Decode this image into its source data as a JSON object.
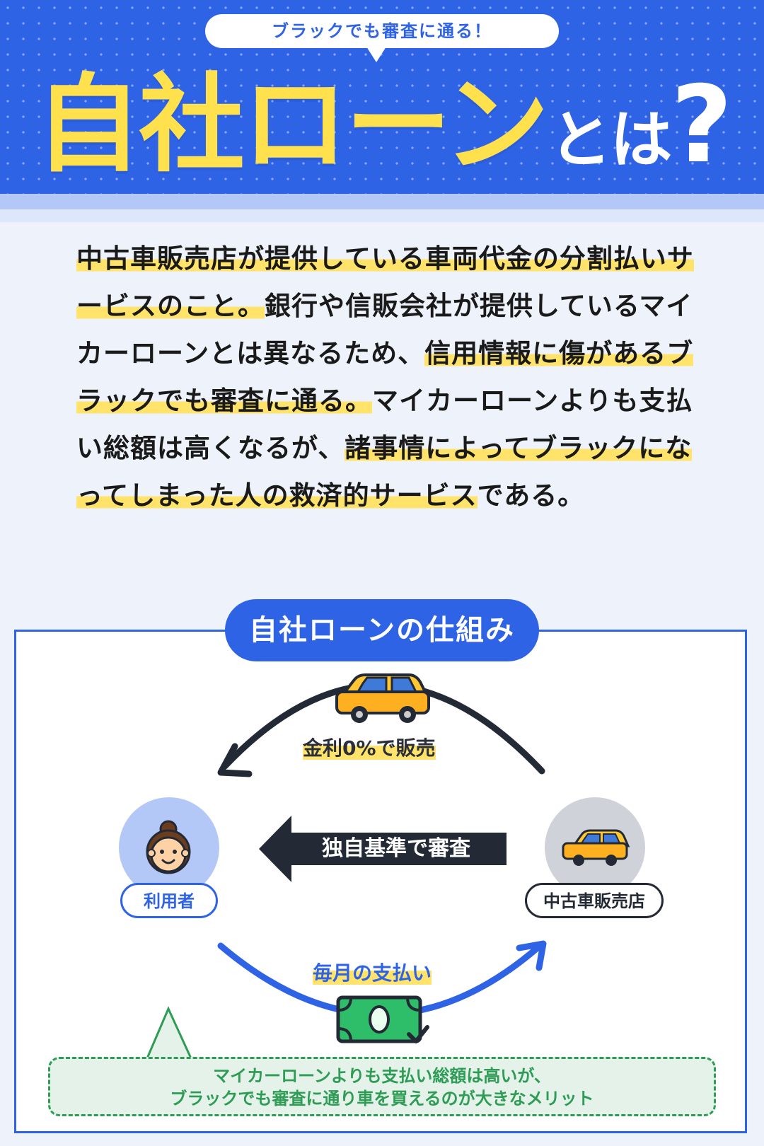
{
  "header": {
    "pill": "ブラックでも審査に通る！",
    "title_main": "自社ローン",
    "title_sub": "とは",
    "title_q": "?"
  },
  "intro": {
    "segments": [
      {
        "text": "中古車販売店が提供している車両代金の分割払いサービスのこと。",
        "highlight": true
      },
      {
        "text": "銀行や信販会社が提供しているマイカーローンとは異なるため、",
        "highlight": false
      },
      {
        "text": "信用情報に傷があるブラックでも審査に通る。",
        "highlight": true
      },
      {
        "text": "マイカーローンよりも支払い総額は高くなるが、",
        "highlight": false
      },
      {
        "text": "諸事情によってブラックになってしまった人の救済的サービス",
        "highlight": true
      },
      {
        "text": "である。",
        "highlight": false
      }
    ]
  },
  "mechanism": {
    "title": "自社ローンの仕組み",
    "user_label": "利用者",
    "dealer_label": "中古車販売店",
    "top_flow": "金利0%で販売",
    "middle_flow": "独自基準で審査",
    "bottom_flow": "毎月の支払い",
    "note_line1": "マイカーローンよりも支払い総額は高いが、",
    "note_line2": "ブラックでも審査に通り車を買えるのが大きなメリット"
  },
  "colors": {
    "brand_blue": "#2f63e6",
    "highlight_yellow": "#ffe36a",
    "title_yellow": "#ffe14d",
    "dark_navy": "#232a35",
    "note_green": "#2e9c55"
  },
  "icons": {
    "car": "car-icon",
    "person": "person-icon",
    "money": "money-icon"
  }
}
